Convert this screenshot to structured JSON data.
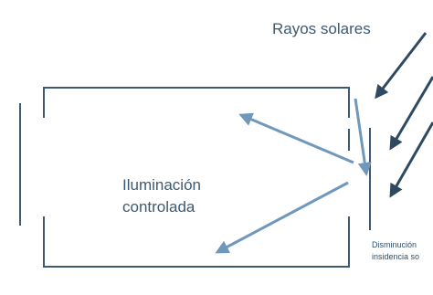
{
  "labels": {
    "title": "Rayos solares",
    "room_line1": "Iluminación",
    "room_line2": "controlada",
    "note_line1": "Disminución",
    "note_line2": "insidencia so"
  },
  "colors": {
    "structure": "#3e5a72",
    "sun_ray": "#2e4a63",
    "diffuse_ray": "#6f98bb"
  }
}
